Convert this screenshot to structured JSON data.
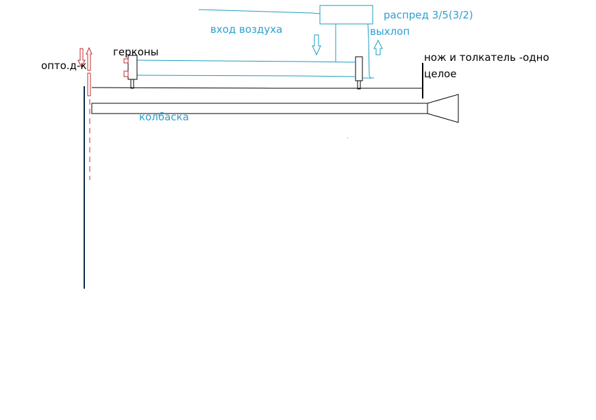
{
  "colors": {
    "black": "#000000",
    "blue": "#2aa0d0",
    "cyan_line": "#1a9cc2",
    "red": "#c0282c",
    "navy": "#0a2a4a"
  },
  "labels": {
    "air_inlet": "вход воздуха",
    "distributor": "распред 3/5(3/2)",
    "exhaust": "выхлоп",
    "reed_switches": "герконы",
    "opto_sensor": "опто.д-к",
    "knife_pusher_line1": "нож и толкатель -одно",
    "knife_pusher_line2": "целое",
    "sausage": "колбаска"
  },
  "arrows": {
    "air_in_direction": "down",
    "exhaust_direction": "up",
    "opto_left_direction": "down",
    "opto_right_direction": "up"
  }
}
